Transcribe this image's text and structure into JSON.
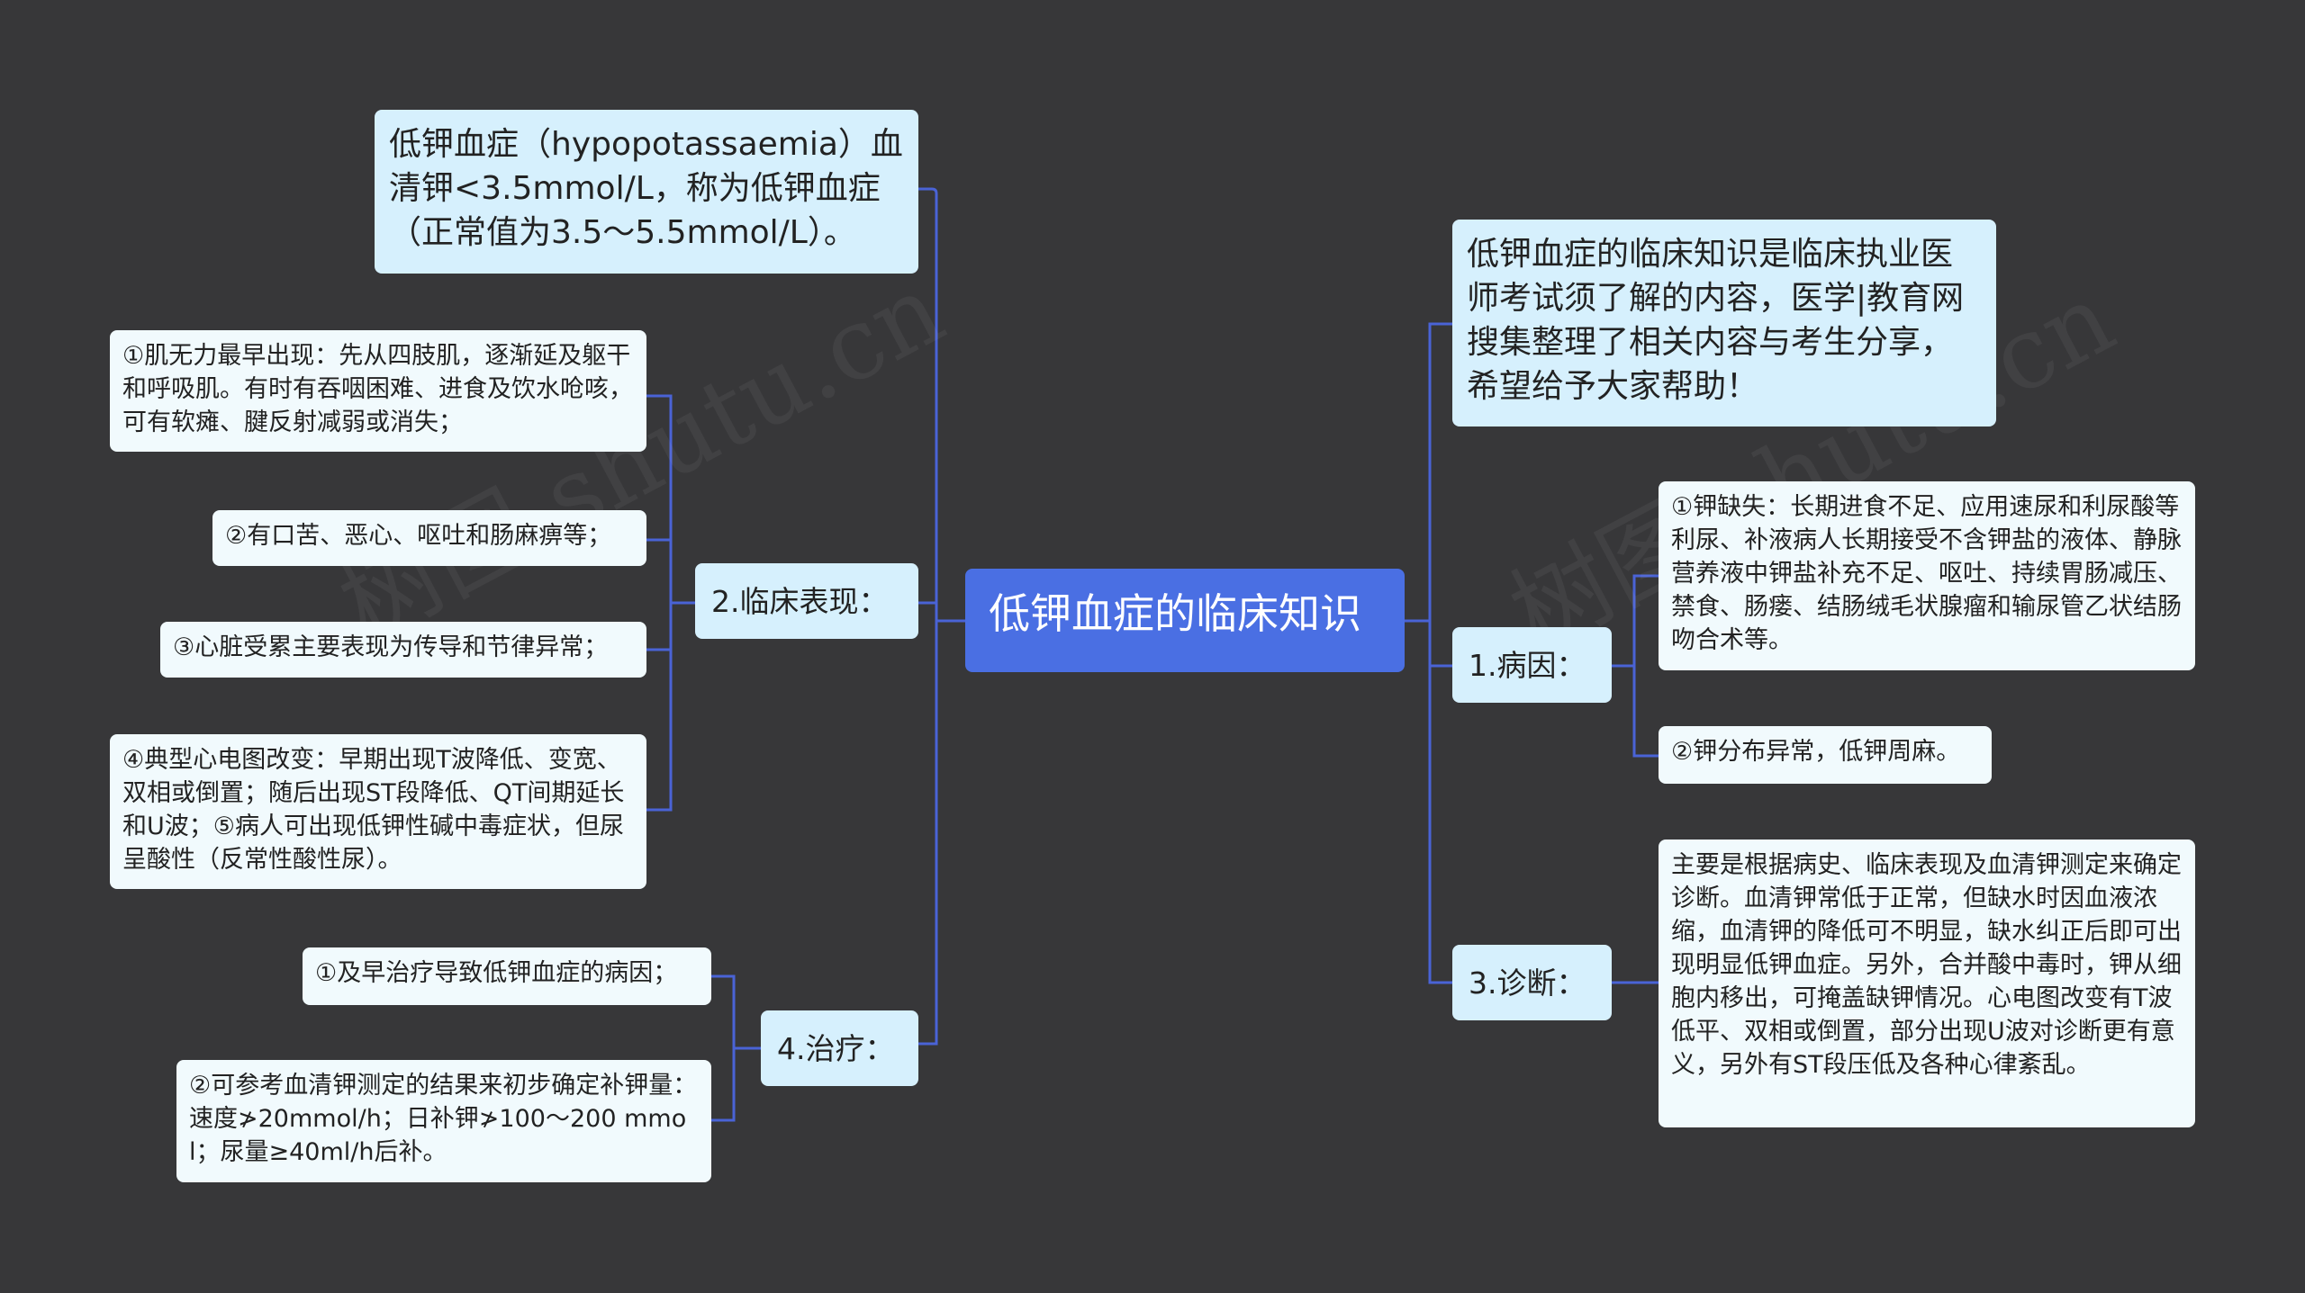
{
  "root": {
    "label": "低钾血症的临床知识"
  },
  "definition": {
    "text": "低钾血症（hypopotassaemia）血清钾<3.5mmol/L，称为低钾血症（正常值为3.5～5.5mmol/L）。"
  },
  "intro": {
    "text": "低钾血症的临床知识是临床执业医师考试须了解的内容，医学|教育网搜集整理了相关内容与考生分享，希望给予大家帮助！"
  },
  "clinical": {
    "label": "2.临床表现：",
    "items": [
      "①肌无力最早出现：先从四肢肌，逐渐延及躯干和呼吸肌。有时有吞咽困难、进食及饮水呛咳，可有软瘫、腱反射减弱或消失；",
      "②有口苦、恶心、呕吐和肠麻痹等；",
      "③心脏受累主要表现为传导和节律异常；",
      "④典型心电图改变：早期出现T波降低、变宽、双相或倒置；随后出现ST段降低、QT间期延长和U波；⑤病人可出现低钾性碱中毒症状，但尿呈酸性（反常性酸性尿）。"
    ]
  },
  "treatment": {
    "label": "4.治疗：",
    "items": [
      "①及早治疗导致低钾血症的病因；",
      "②可参考血清钾测定的结果来初步确定补钾量：速度≯20mmol/h；日补钾≯100～200 mmol；尿量≥40ml/h后补。"
    ]
  },
  "cause": {
    "label": "1.病因：",
    "items": [
      "①钾缺失：长期进食不足、应用速尿和利尿酸等利尿、补液病人长期接受不含钾盐的液体、静脉营养液中钾盐补充不足、呕吐、持续胃肠减压、禁食、肠瘘、结肠绒毛状腺瘤和输尿管乙状结肠吻合术等。",
      "②钾分布异常，低钾周麻。"
    ]
  },
  "diagnosis": {
    "label": "3.诊断：",
    "items": [
      "主要是根据病史、临床表现及血清钾测定来确定诊断。血清钾常低于正常，但缺水时因血液浓缩，血清钾的降低可不明显，缺水纠正后即可出现明显低钾血症。另外，合并酸中毒时，钾从细胞内移出，可掩盖缺钾情况。心电图改变有T波低平、双相或倒置，部分出现U波对诊断更有意义，另外有ST段压低及各种心律紊乱。"
    ]
  },
  "watermarks": [
    "树图 shutu.cn",
    "树图 shutu.cn"
  ],
  "colors": {
    "background": "#373739",
    "root": "#4a6fe3",
    "branch": "#d6f0fd",
    "leaf": "#f1fafd",
    "line": "#4a63d6"
  }
}
